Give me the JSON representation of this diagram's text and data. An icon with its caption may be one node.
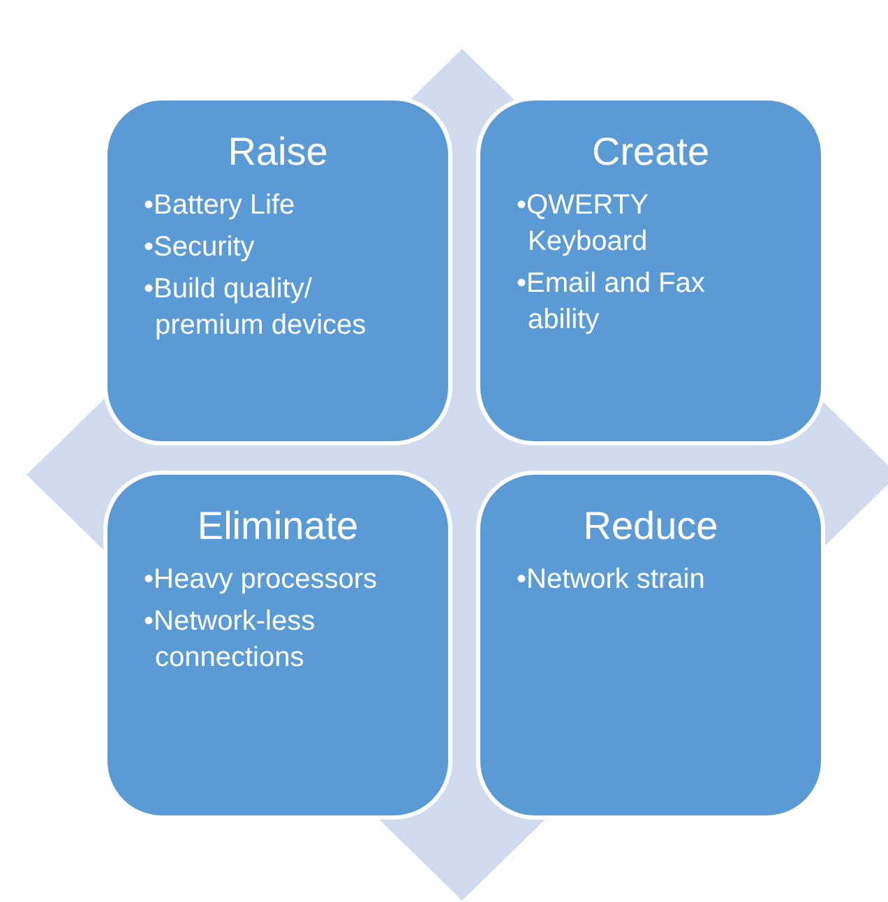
{
  "diagram": {
    "nodes": [
      {
        "text": [
          "Raise",
          "•Battery Life",
          "•Security",
          "•Build quality/ premium devices"
        ]
      },
      {
        "text": [
          "Create",
          "•QWERTY Keyboard",
          "•Email and Fax ability"
        ]
      },
      {
        "text": [
          "Eliminate",
          "•Heavy processors",
          "•Network-less connections"
        ]
      },
      {
        "text": [
          "Reduce",
          "•Network strain"
        ]
      }
    ]
  }
}
